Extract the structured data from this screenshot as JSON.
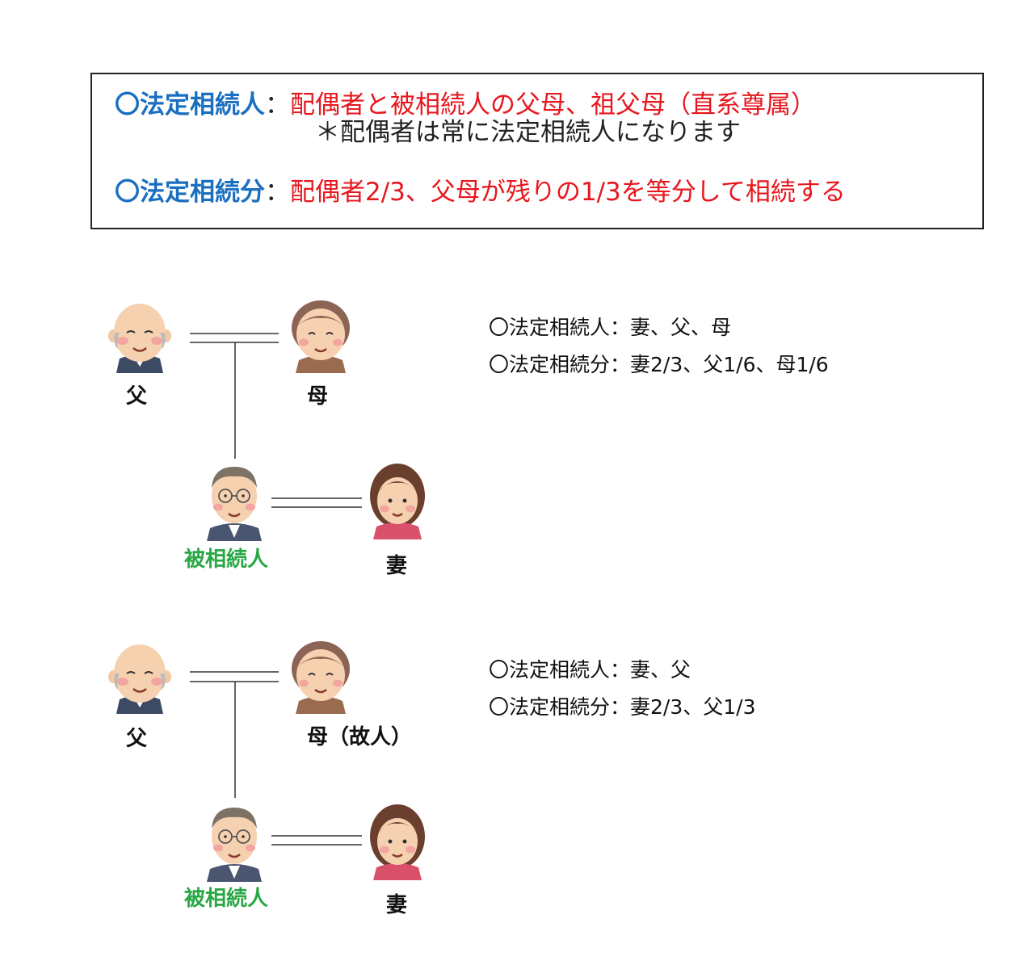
{
  "summary": {
    "heir_label": "〇法定相続人",
    "colon1": "：",
    "heir_value": "配偶者と被相続人の父母、祖父母（直系尊属）",
    "heir_note": "＊配偶者は常に法定相続人になります",
    "share_label": "〇法定相続分",
    "colon2": "：",
    "share_value": "配偶者2/3、父母が残りの1/3を等分して相続する"
  },
  "diagrams": [
    {
      "father": "父",
      "mother": "母",
      "deceased": "被相続人",
      "wife": "妻",
      "heirs": "〇法定相続人：妻、父、母",
      "shares": "〇法定相続分：妻2/3、父1/6、母1/6"
    },
    {
      "father": "父",
      "mother": "母（故人）",
      "deceased": "被相続人",
      "wife": "妻",
      "heirs": "〇法定相続人：妻、父",
      "shares": "〇法定相続分：妻2/3、父1/3"
    }
  ],
  "colors": {
    "heading_blue": "#1a6fc0",
    "emphasis_red": "#e8161d",
    "deceased_green": "#27a844"
  }
}
